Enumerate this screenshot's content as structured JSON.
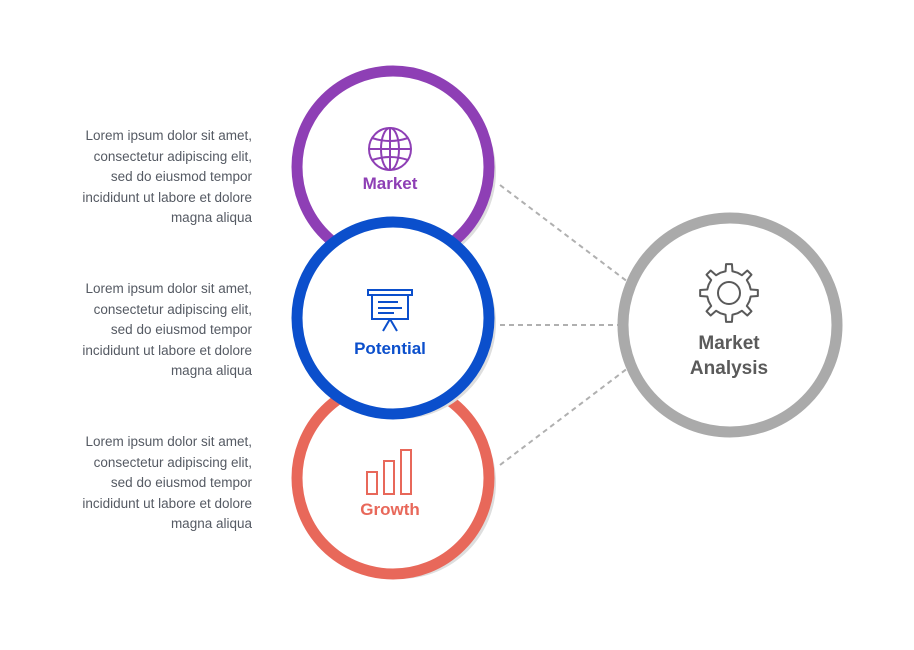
{
  "items": [
    {
      "label": "Market",
      "color": "#8e3fb5",
      "icon": "globe-icon",
      "description": "Lorem ipsum dolor sit amet,\nconsectetur adipiscing elit,\nsed do eiusmod tempor\nincididunt ut labore et dolore\nmagna aliqua"
    },
    {
      "label": "Potential",
      "color": "#0b4fcc",
      "icon": "presentation-board-icon",
      "description": "Lorem ipsum dolor sit amet,\nconsectetur adipiscing elit,\nsed do eiusmod tempor\nincididunt ut labore et dolore\nmagna aliqua"
    },
    {
      "label": "Growth",
      "color": "#e8685a",
      "icon": "bar-chart-icon",
      "description": "Lorem ipsum dolor sit amet,\nconsectetur adipiscing elit,\nsed do eiusmod tempor\nincididunt ut labore et dolore\nmagna aliqua"
    }
  ],
  "summary": {
    "label_line1": "Market",
    "label_line2": "Analysis",
    "color": "#aaaaaa",
    "text_color": "#5a5a5a",
    "icon": "gear-icon"
  },
  "connector_color": "#b0b0b0"
}
